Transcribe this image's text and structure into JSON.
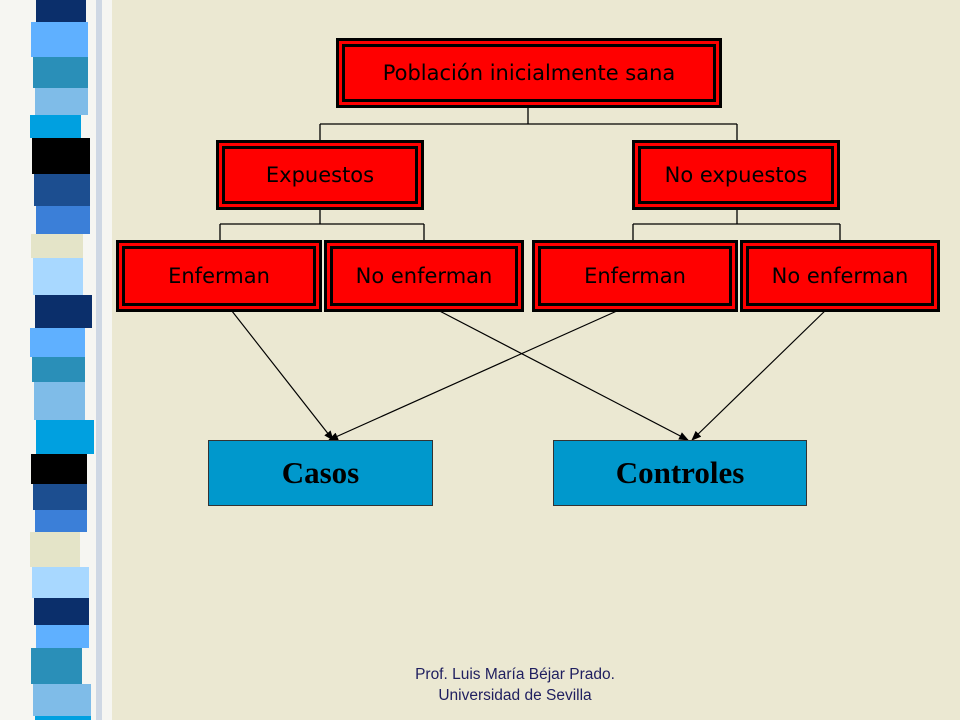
{
  "diagram": {
    "root": "Población inicialmente sana",
    "groups": {
      "exposed": "Expuestos",
      "not_exposed": "No expuestos"
    },
    "outcomes": {
      "exposed_sick": "Enferman",
      "exposed_not_sick": "No enferman",
      "not_exposed_sick": "Enferman",
      "not_exposed_not_sick": "No enferman"
    },
    "targets": {
      "cases": "Casos",
      "controls": "Controles"
    }
  },
  "footer": {
    "line1": "Prof. Luis María Béjar Prado.",
    "line2": "Universidad de Sevilla"
  },
  "colors": {
    "node_fill": "#ff0000",
    "target_fill": "#0098cc",
    "background": "#ebe8d2"
  }
}
